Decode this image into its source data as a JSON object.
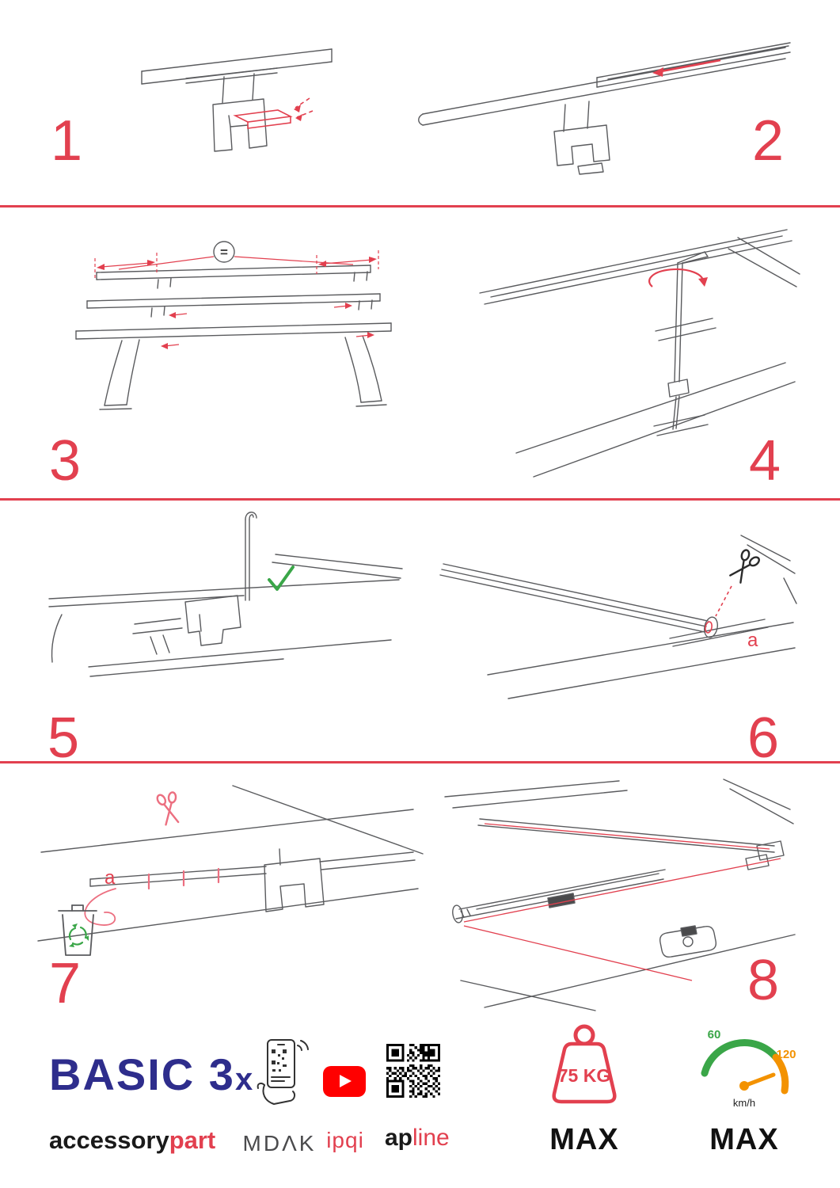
{
  "colors": {
    "accent_red": "#e2404f",
    "drawing_line": "#5a5b5e",
    "check_green": "#3aa648",
    "brand_navy": "#2e2d8c",
    "speedo_green": "#3aa648",
    "speedo_orange": "#f39200",
    "youtube_red": "#ff0000",
    "text_dark": "#1a1a1a"
  },
  "steps": [
    {
      "number": "1"
    },
    {
      "number": "2"
    },
    {
      "number": "3"
    },
    {
      "number": "4"
    },
    {
      "number": "5"
    },
    {
      "number": "6"
    },
    {
      "number": "7"
    },
    {
      "number": "8"
    }
  ],
  "annotations": {
    "equal": "=",
    "label_a_step6": "a",
    "label_a_step7": "a"
  },
  "footer": {
    "logo_main": "BASIC 3",
    "logo_x": "x",
    "logo_sub_black": "accessory",
    "logo_sub_red": "part",
    "partner_mdak": "MDΛK",
    "partner_ipqi": "ipqi",
    "partner_apline_black": "ap",
    "partner_apline_red": "line",
    "weight_value": "75 KG",
    "weight_max_label": "MAX",
    "speed_low": "60",
    "speed_high": "120",
    "speed_unit": "km/h",
    "speed_max_label": "MAX"
  }
}
